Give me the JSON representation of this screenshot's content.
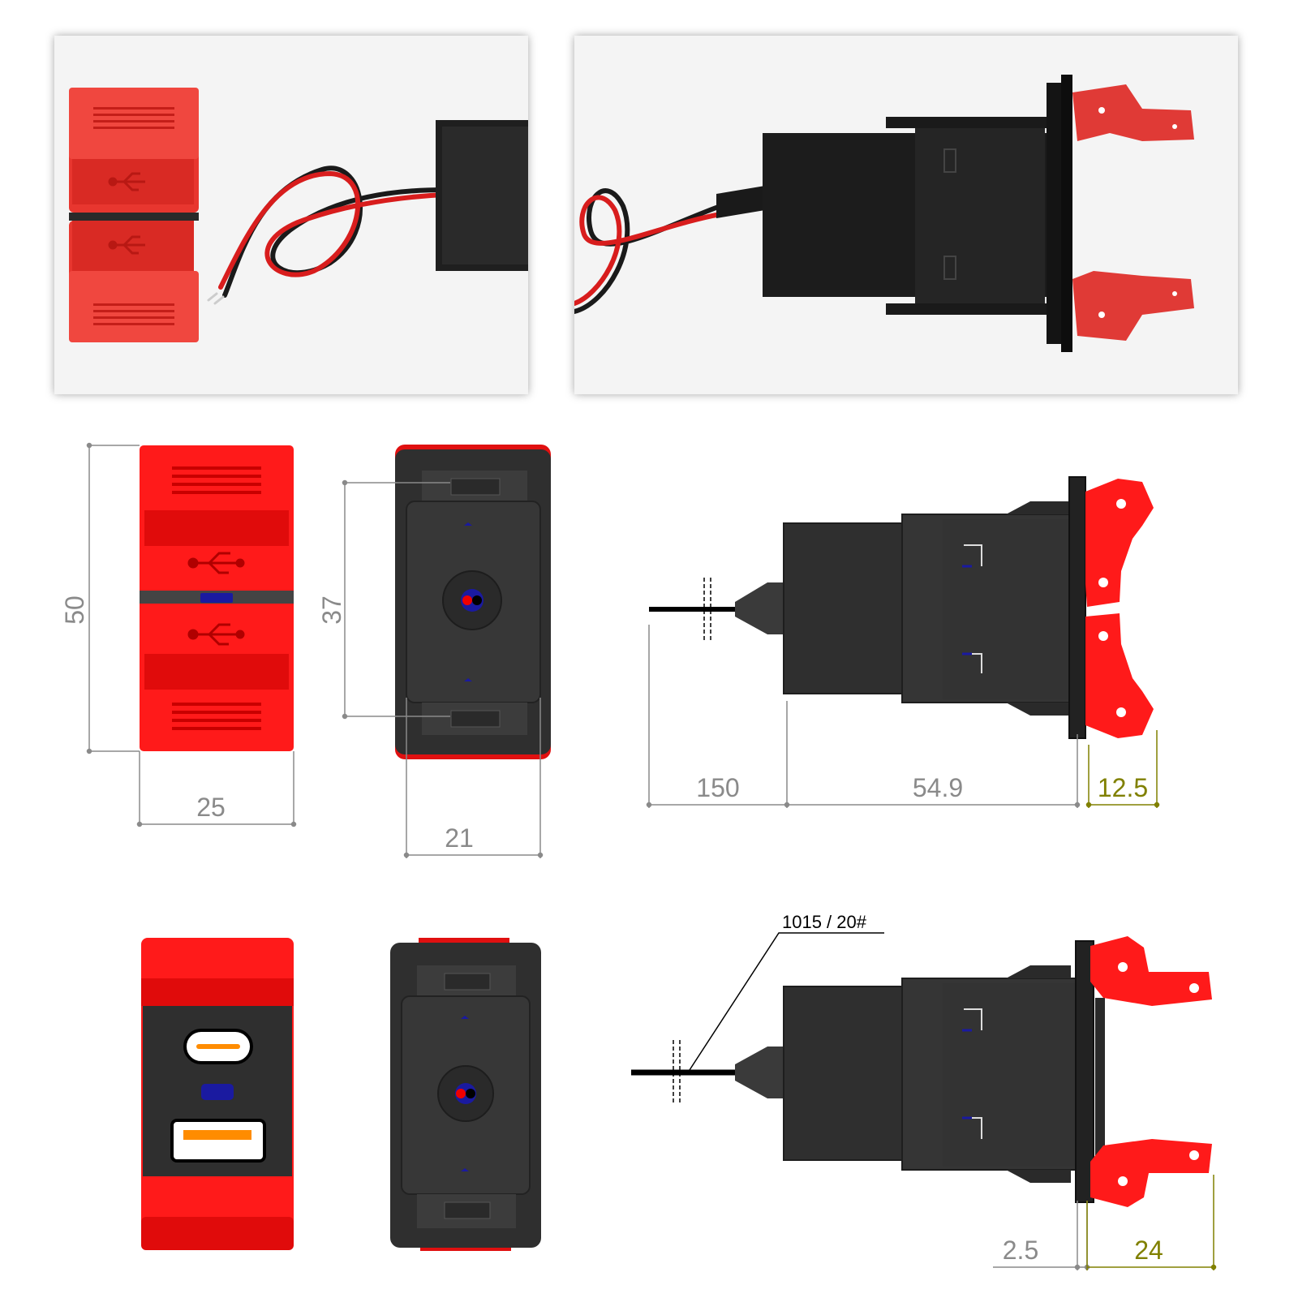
{
  "dimensions": {
    "height_front": "50",
    "width_front": "25",
    "height_back": "37",
    "width_back": "21",
    "cable_length": "150",
    "body_length": "54.9",
    "clip_depth": "12.5",
    "panel_thickness": "2.5",
    "clip_length": "24"
  },
  "wire_spec": "1015 / 20#",
  "colors": {
    "red": "#ff1a1a",
    "dark_red": "#d40000",
    "body": "#2f2f2f",
    "accent_dim": "#808000",
    "dim_line": "#8a8a8a",
    "orange": "#ff8c00",
    "blue": "#1a1aa0"
  },
  "icons": [
    "usb-icon",
    "usb-c-port-icon",
    "usb-a-port-icon"
  ]
}
